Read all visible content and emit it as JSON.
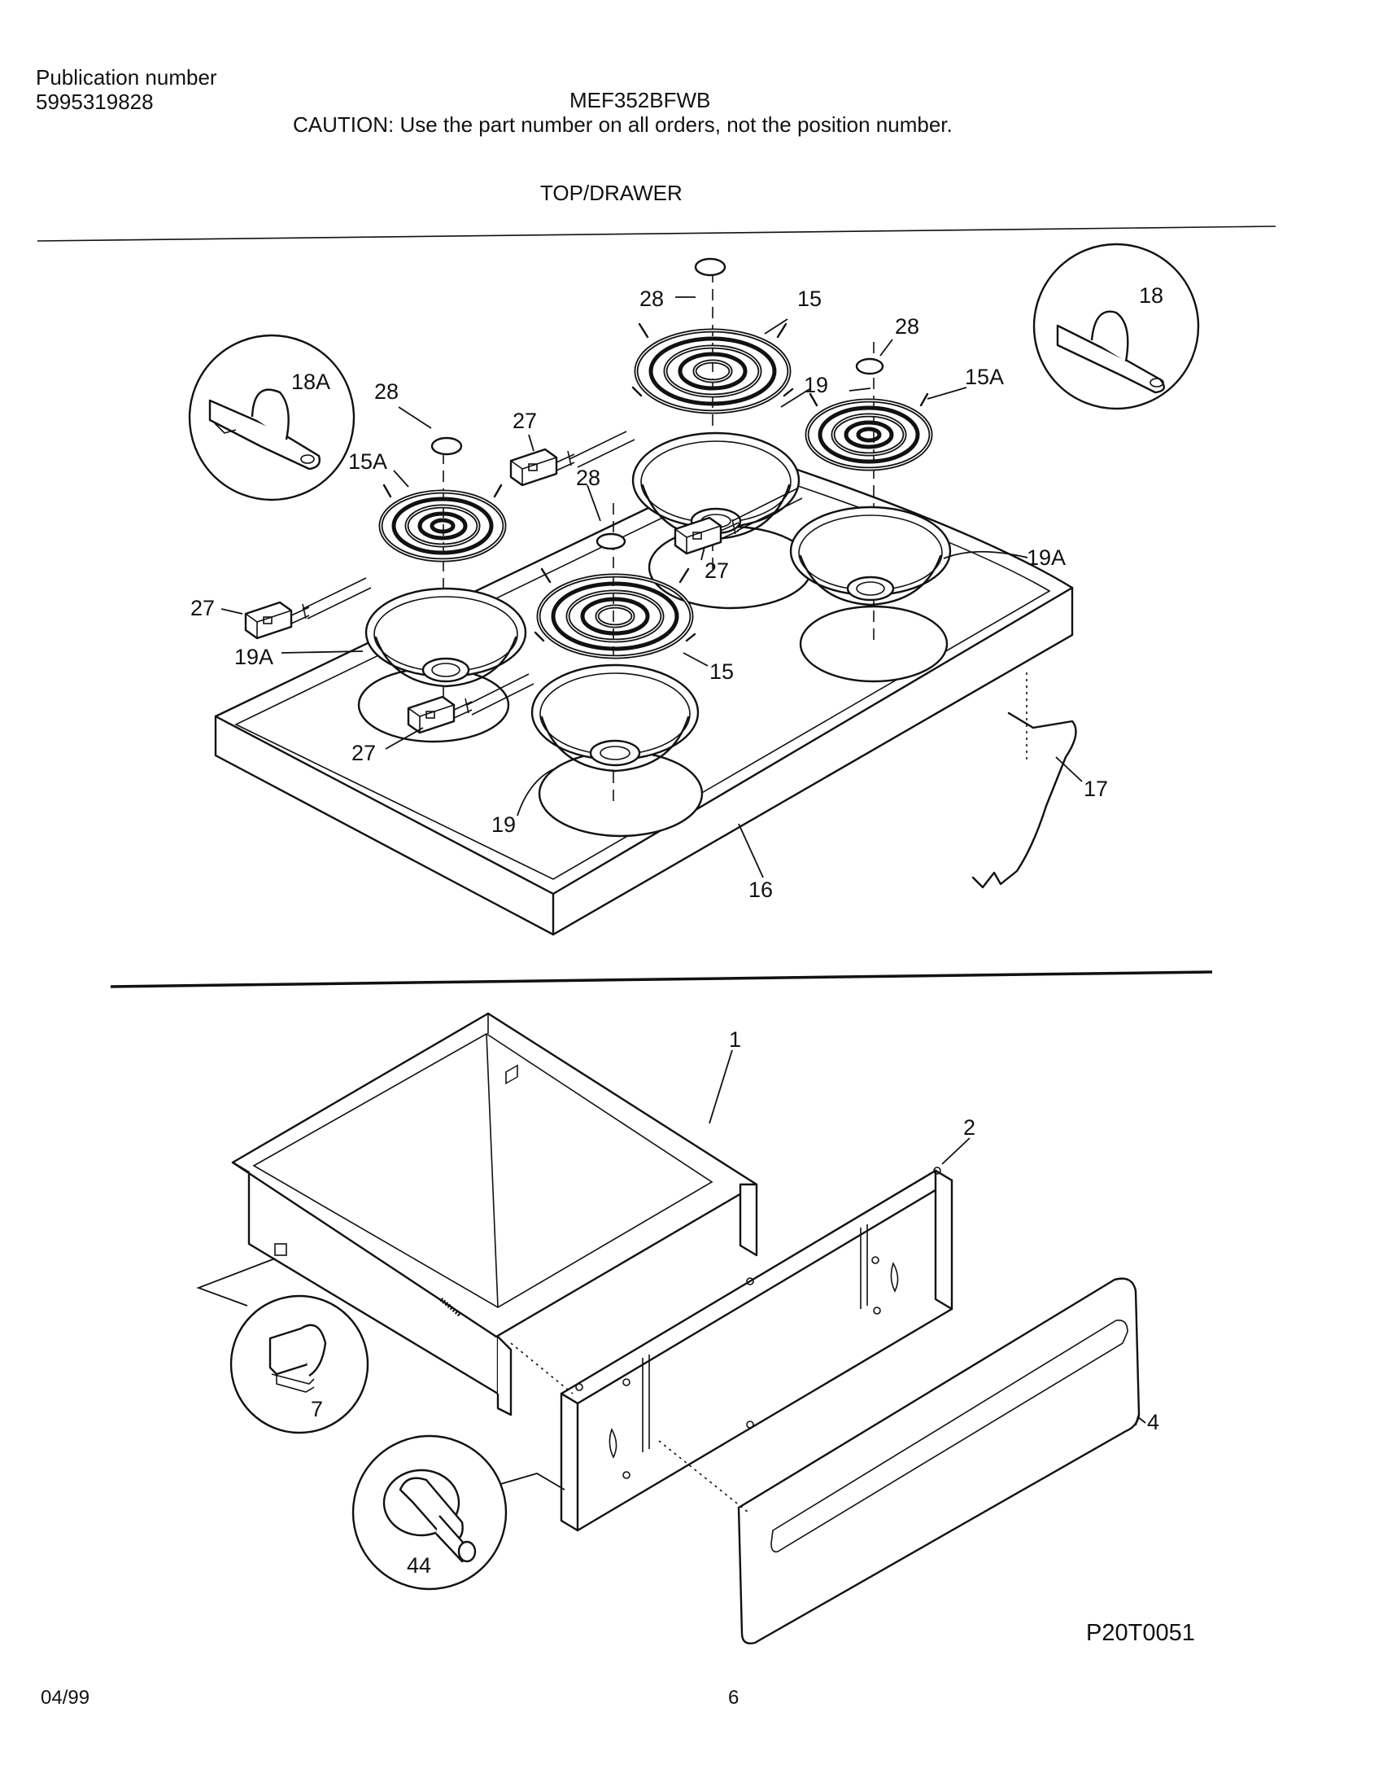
{
  "header": {
    "publication_label": "Publication number",
    "publication_number": "5995319828",
    "model": "MEF352BFWB",
    "caution": "CAUTION:  Use the part number on all orders, not the position number.",
    "section_title": "TOP/DRAWER"
  },
  "callouts": {
    "p1": "1",
    "p2": "2",
    "p4": "4",
    "p7": "7",
    "p15": "15",
    "p15A": "15A",
    "p16": "16",
    "p17": "17",
    "p18": "18",
    "p18A": "18A",
    "p19": "19",
    "p19A": "19A",
    "p27": "27",
    "p28": "28",
    "p44": "44"
  },
  "footer": {
    "drawing_code": "P20T0051",
    "date": "04/99",
    "page_number": "6"
  }
}
